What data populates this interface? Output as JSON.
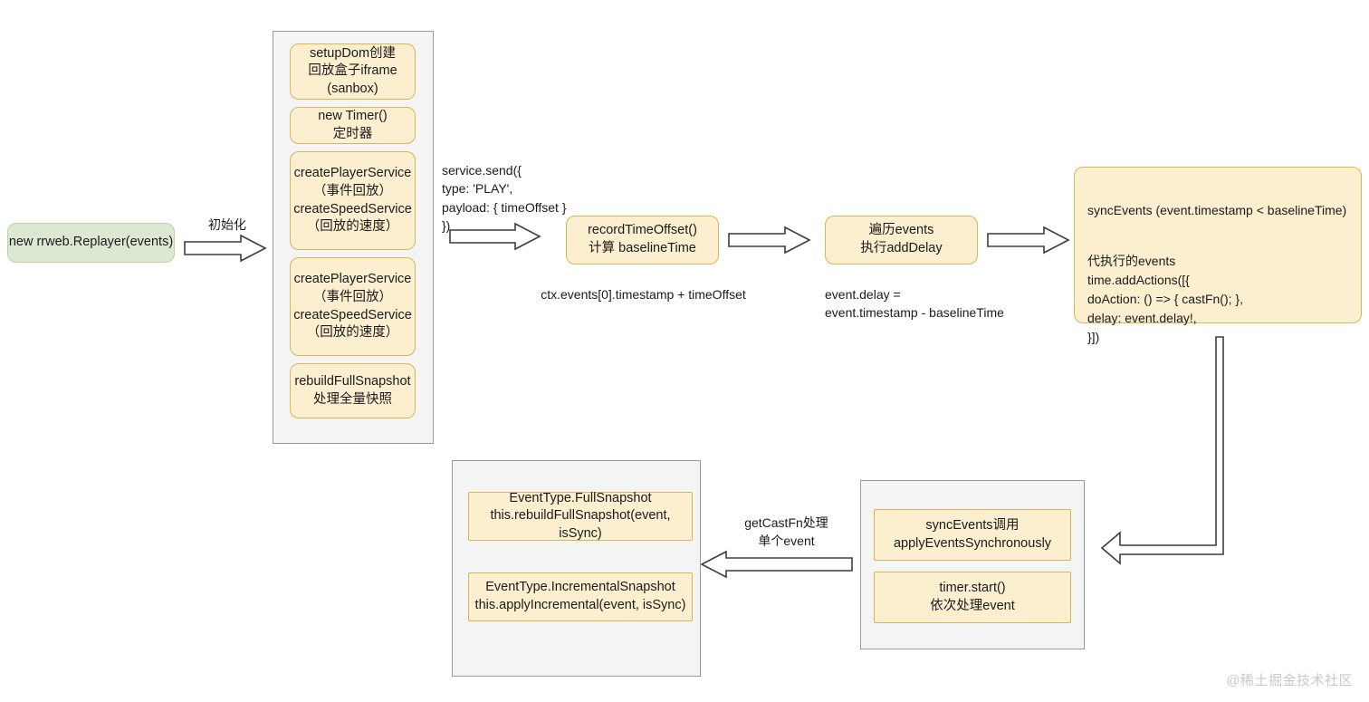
{
  "diagram": {
    "title": "rrweb Replayer flow",
    "colors": {
      "node_fill": "#fcefd0",
      "node_border": "#d6b656",
      "start_fill": "#dde8d3",
      "start_border": "#b9d0a8",
      "panel_fill": "#f4f4f4",
      "panel_border": "#9a9a9a",
      "arrow_stroke": "#3d3d3d",
      "watermark": "#c9c9c9"
    },
    "start_node": {
      "label": "new rrweb.Replayer(events)"
    },
    "edges": {
      "init": "初始化",
      "service_send": "service.send({\n    type: 'PLAY',\n    payload: { timeOffset }\n })",
      "record_note": "ctx.events[0].timestamp + timeOffset",
      "adddelay_note": "event.delay =\nevent.timestamp - baselineTime",
      "getcastfn": "getCastFn处理\n单个event"
    },
    "init_panel": {
      "items": [
        {
          "label": "setupDom创建\n回放盒子iframe\n(sanbox)"
        },
        {
          "label": "new Timer()\n定时器"
        },
        {
          "label": "createPlayerService\n（事件回放）\ncreateSpeedService\n（回放的速度）"
        },
        {
          "label": "createPlayerService\n（事件回放）\ncreateSpeedService\n（回放的速度）"
        },
        {
          "label": "rebuildFullSnapshot\n处理全量快照"
        }
      ]
    },
    "steps": {
      "record_time_offset": "recordTimeOffset()\n计算 baselineTime",
      "traverse_events": "遍历events\n执行addDelay"
    },
    "sync_events": {
      "header": "syncEvents  (event.timestamp < baselineTime)",
      "body": "代执行的events\ntime.addActions([{\n  doAction: () => {  castFn();  },\n  delay: event.delay!,\n}])"
    },
    "timer_panel": {
      "items": [
        {
          "label": "syncEvents调用\napplyEventsSynchronously"
        },
        {
          "label": "timer.start()\n依次处理event"
        }
      ]
    },
    "handler_panel": {
      "items": [
        {
          "label": "EventType.FullSnapshot\nthis.rebuildFullSnapshot(event, isSync)"
        },
        {
          "label": "EventType.IncrementalSnapshot\nthis.applyIncremental(event, isSync)"
        }
      ]
    },
    "watermark": "@稀土掘金技术社区"
  }
}
